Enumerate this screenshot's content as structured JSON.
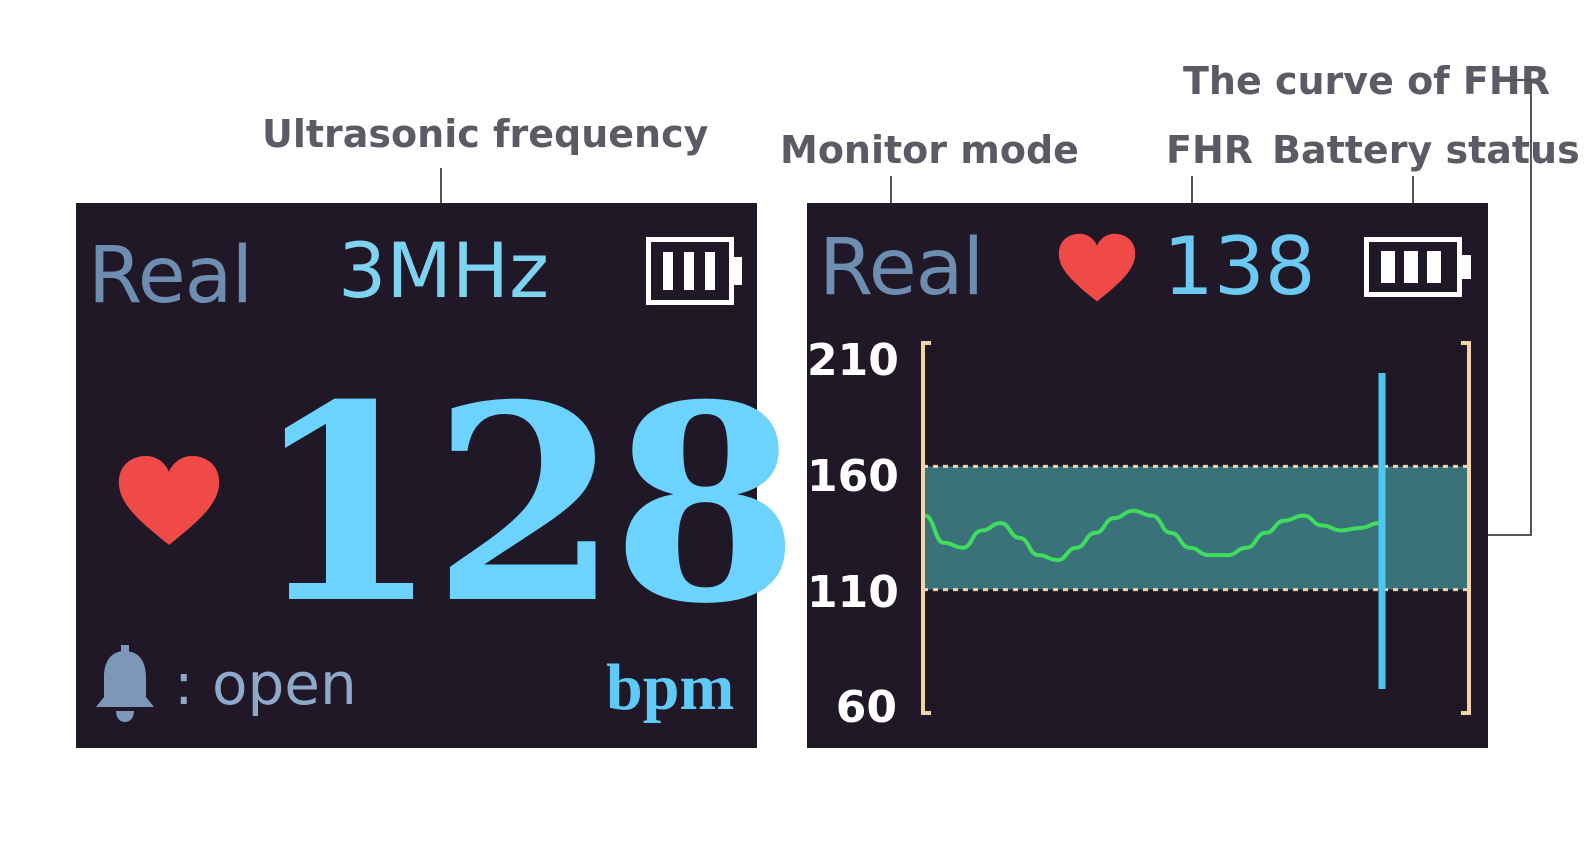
{
  "callouts": {
    "ultrasonic_frequency": "Ultrasonic frequency",
    "monitor_mode": "Monitor mode",
    "fhr": "FHR",
    "battery_status": "Battery status",
    "curve_of_fhr": "The curve of FHR"
  },
  "left_screen": {
    "mode": "Real",
    "frequency": "3MHz",
    "fhr_value": "128",
    "alarm_status": ": open",
    "unit": "bpm",
    "battery_level_bars": 3
  },
  "right_screen": {
    "mode": "Real",
    "fhr_value": "138",
    "battery_level_bars": 3
  },
  "icons": {
    "heart": "heart-icon",
    "bell": "bell-icon",
    "battery": "battery-icon"
  },
  "colors": {
    "screen_bg": "#201827",
    "value_blue": "#6cd3ff",
    "heart_red": "#f04a48",
    "curve_green": "#3fdc5e",
    "band_teal": "#3a7279",
    "marker_blue": "#4cc8ee",
    "bracket": "#f2d4a8"
  },
  "chart_data": {
    "type": "line",
    "ylim": [
      60,
      210
    ],
    "yticks": [
      "210",
      "160",
      "110",
      "60"
    ],
    "normal_band": [
      110,
      160
    ],
    "series": [
      {
        "values": [
          140,
          129,
          127,
          134,
          137,
          131,
          124,
          122,
          127,
          133,
          139,
          142,
          140,
          133,
          127,
          124,
          124,
          127,
          133,
          138,
          140,
          136,
          134,
          135,
          137
        ]
      }
    ]
  }
}
